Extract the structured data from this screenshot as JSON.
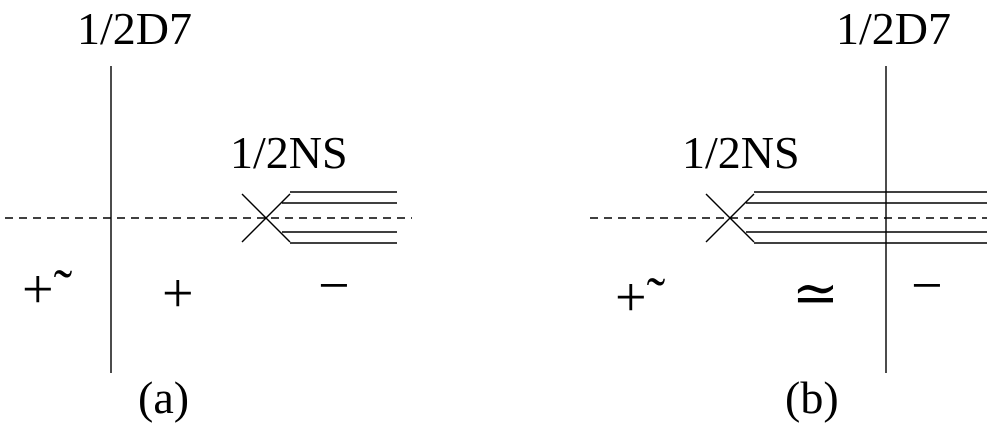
{
  "panels": [
    {
      "id": "a",
      "d7_label": "1/2D7",
      "ns_label": "1/2NS",
      "region_left": "+̃",
      "region_middle": "+",
      "region_right": "−",
      "caption": "(a)"
    },
    {
      "id": "b",
      "d7_label": "1/2D7",
      "ns_label": "1/2NS",
      "region_left": "+̃",
      "region_middle": "≃",
      "region_right": "−",
      "caption": "(b)"
    }
  ]
}
